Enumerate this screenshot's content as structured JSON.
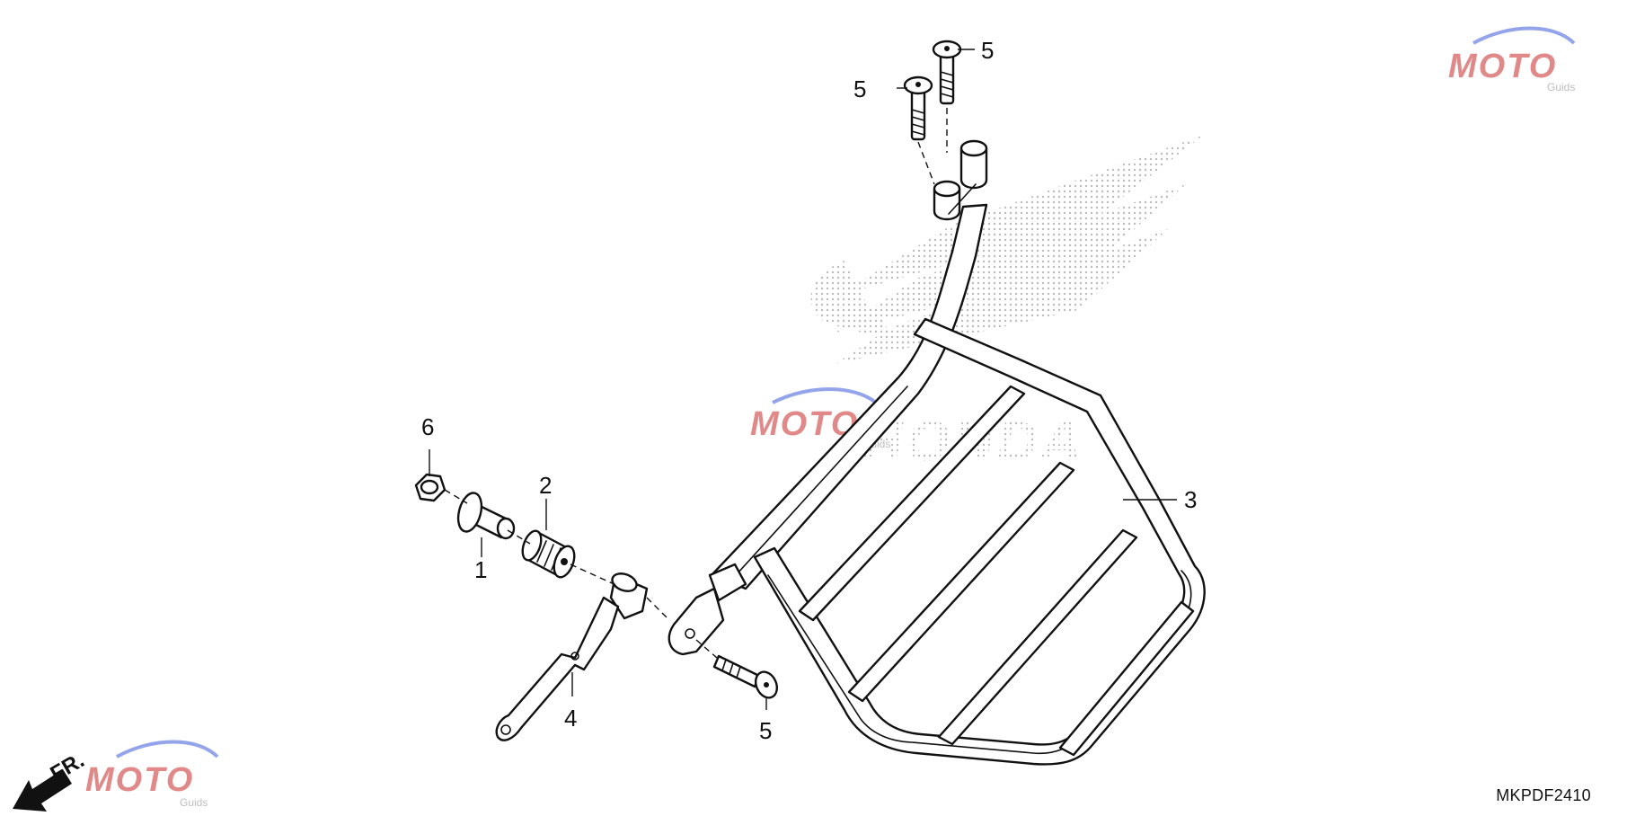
{
  "diagram": {
    "callouts": [
      {
        "id": "1",
        "label": "1"
      },
      {
        "id": "2",
        "label": "2"
      },
      {
        "id": "3",
        "label": "3"
      },
      {
        "id": "4",
        "label": "4"
      },
      {
        "id": "5a",
        "label": "5"
      },
      {
        "id": "5b",
        "label": "5"
      },
      {
        "id": "5c",
        "label": "5"
      },
      {
        "id": "6",
        "label": "6"
      }
    ],
    "drawing_code": "MKPDF2410",
    "direction_label": "FR.",
    "watermark": {
      "brand_text": "MOTO",
      "sub_text": "Guids",
      "maker_text": "HONDA",
      "colors": {
        "primary": "#c92a2a",
        "secondary": "#3b5bdb",
        "dots": "#b5b5b5"
      }
    }
  }
}
